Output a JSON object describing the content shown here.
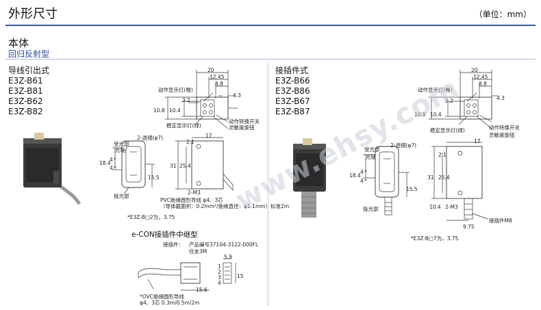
{
  "header": {
    "title": "外形尺寸",
    "unit": "（单位：mm）"
  },
  "section": {
    "title": "本体",
    "subtitle": "回归反射型"
  },
  "left": {
    "group_title": "导线引出式",
    "models": [
      "E3Z-B61",
      "E3Z-B81",
      "E3Z-B62",
      "E3Z-B82"
    ],
    "top_labels": {
      "d20": "20",
      "d1245": "12.45",
      "d88": "8.8",
      "d43": "4.3",
      "d32": "3.2",
      "d108": "10.8",
      "d104": "10.4",
      "op_light": "动作显示灯(橙)",
      "stable_light": "稳定显示灯(绿)",
      "switch": "动作转换开关",
      "knob": "灵敏度旋钮"
    },
    "front_labels": {
      "d17": "17",
      "d21": "2.1",
      "lens": "2-透镜(φ7)",
      "rx": "受光部",
      "axis": "光轴",
      "d184": "18.4",
      "d4a": "4",
      "d4b": "4",
      "star1": "*",
      "star2": "*",
      "d31": "31",
      "d254": "25.4",
      "d155": "15.5",
      "m3": "2-M3",
      "tx": "投光部"
    },
    "cable_note_1": "PVC绝缘圆形导线 φ4、3芯",
    "cable_note_2": "（导体截面积：0.2mm²/绝缘直径：φ1.1mm）标准2m",
    "star_note": "*E3Z-B□2为，3.75",
    "econ_title": "e-CON接插件中继型",
    "econ_connector": "接插件：",
    "econ_part": "产品编号37104-3122-000FL",
    "econ_maker": "住友3M",
    "econ_dims": {
      "d59": "5.9",
      "d15": "15",
      "d156": "15.6",
      "p1": "1",
      "p2": "2",
      "p3": "3",
      "p4": "4"
    },
    "econ_note_1": "*OVC绝缘圆形导线",
    "econ_note_2": "φ4、3芯 0.3m/0.5m/2m"
  },
  "right": {
    "group_title": "接插件式",
    "models": [
      "E3Z-B66",
      "E3Z-B86",
      "E3Z-B67",
      "E3Z-B87"
    ],
    "top_labels": {
      "d20": "20",
      "d1245": "12.45",
      "d88": "8.8",
      "d43": "4.3",
      "d32": "3.2",
      "d108": "10.8",
      "d104": "10.4",
      "op_light": "动作显示灯(橙)",
      "stable_light": "稳定显示灯(绿)",
      "switch": "动作转换开关",
      "knob": "灵敏度旋钮"
    },
    "front_labels": {
      "d17": "17",
      "d21": "2.1",
      "lens": "2-透镜(φ7)",
      "rx": "受光部",
      "axis": "光轴",
      "d184": "18.4",
      "d4a": "4",
      "d4b": "4",
      "star1": "*",
      "star2": "*",
      "d31": "31",
      "d254": "25.4",
      "d155": "15.5",
      "d104b": "10.4",
      "m3": "2-M3",
      "tx": "投光部",
      "d975": "9.75",
      "m8": "接插件M8"
    },
    "star_note": "*E3Z-B□7为，3.75"
  },
  "watermark": "www.ehsy.com"
}
